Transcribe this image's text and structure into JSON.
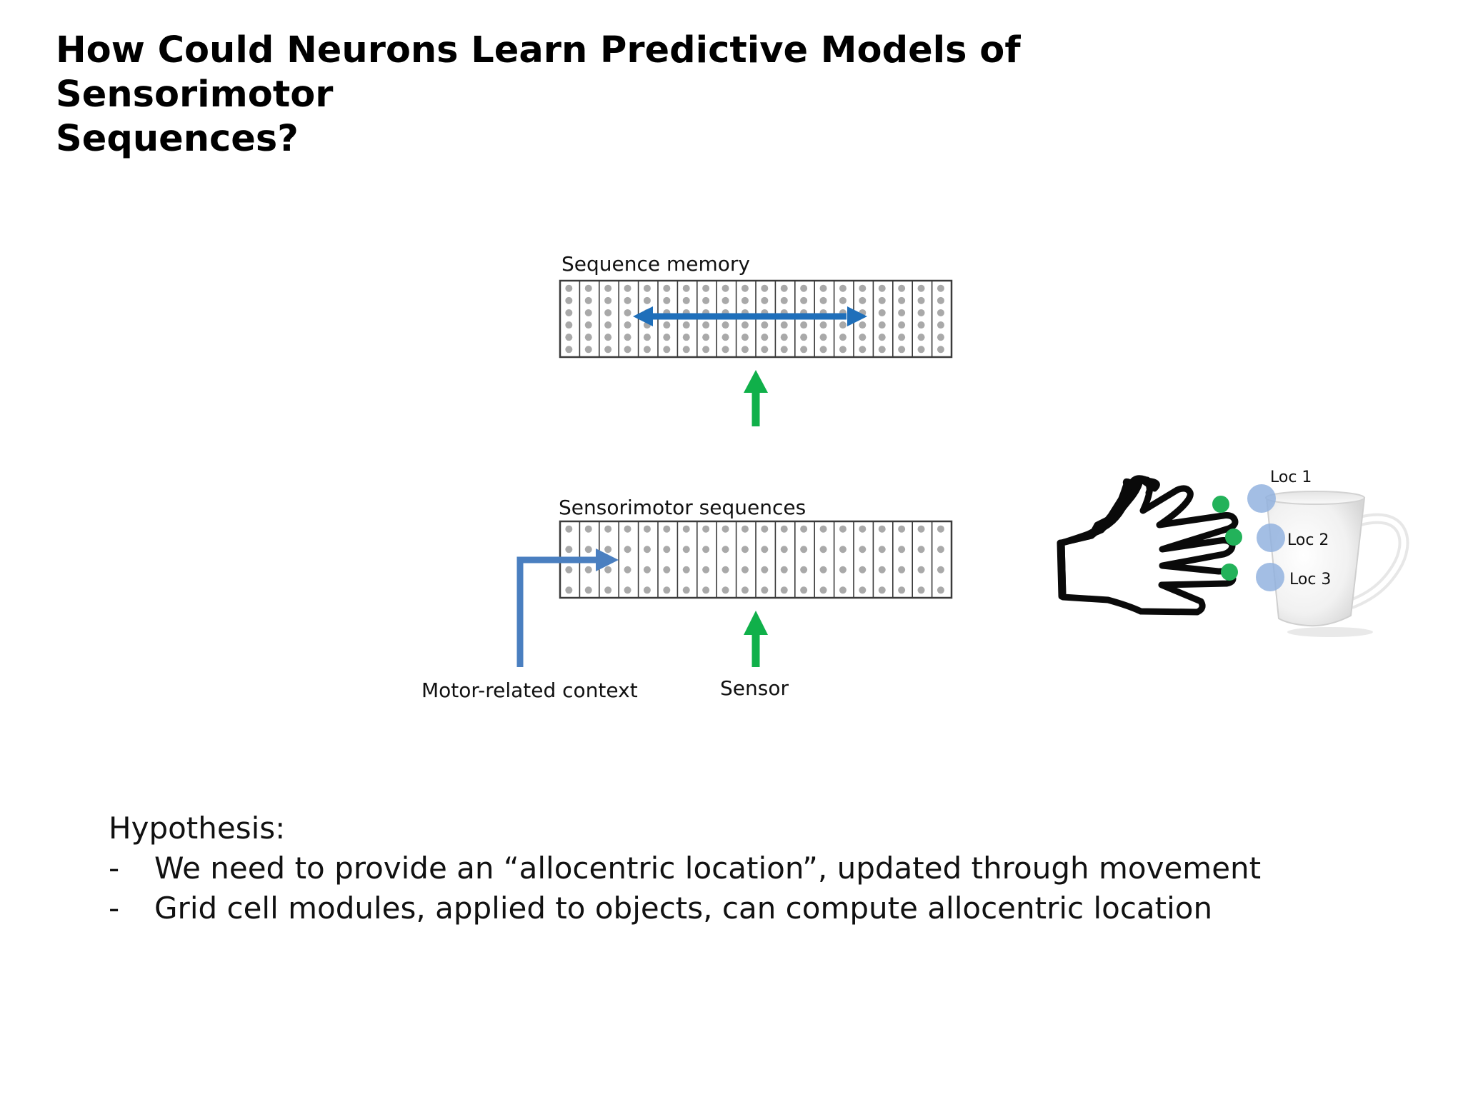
{
  "title": {
    "line1": "How Could Neurons Learn Predictive Models of Sensorimotor",
    "line2": "Sequences?"
  },
  "diagram": {
    "sequence_memory": {
      "label": "Sequence memory",
      "columns": 20,
      "cells_per_column": 6,
      "arrow": "bidirectional-horizontal"
    },
    "sensorimotor_sequences": {
      "label": "Sensorimotor sequences",
      "columns": 20,
      "cells_per_column": 4
    },
    "inputs": {
      "motor_label": "Motor-related context",
      "sensor_label": "Sensor"
    },
    "locations": [
      "Loc 1",
      "Loc 2",
      "Loc 3"
    ],
    "colors": {
      "grid_line": "#3a3a3a",
      "cell_dot": "#a9a9a9",
      "memory_arrow": "#1f6fba",
      "motor_arrow": "#4a7fc0",
      "sensor_arrow": "#10b04a",
      "fingertip": "#23b25a",
      "location_dot": "#8fb0de"
    },
    "icons": [
      "hand-outline-icon",
      "mug-icon"
    ]
  },
  "hypothesis": {
    "heading": "Hypothesis:",
    "items": [
      {
        "bullet": "-",
        "text": "We need to provide an “allocentric location”, updated through movement"
      },
      {
        "bullet": "-",
        "text": "Grid cell modules, applied to objects, can compute allocentric location"
      }
    ]
  }
}
